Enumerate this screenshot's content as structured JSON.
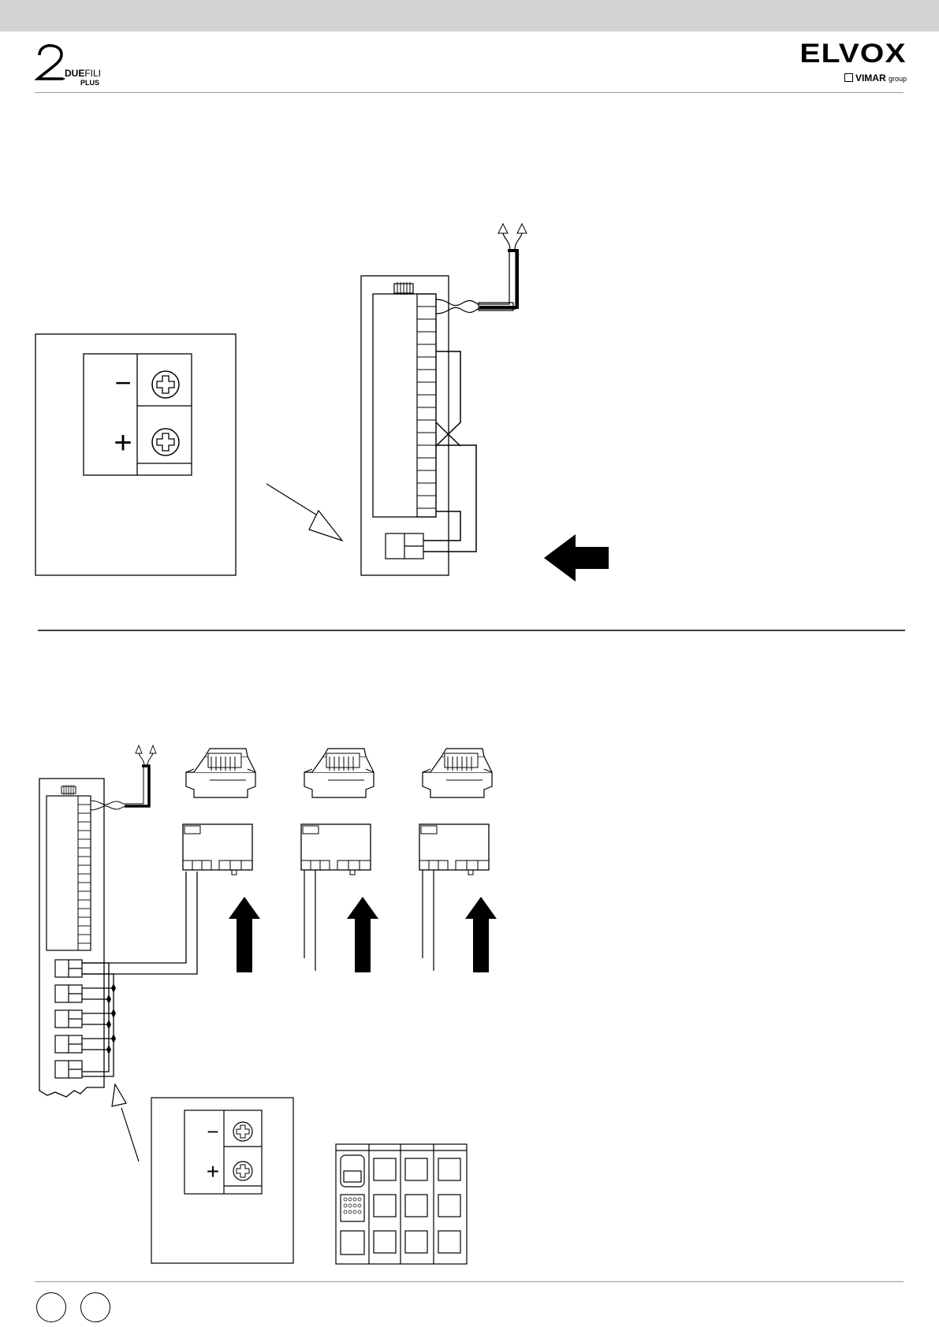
{
  "header": {
    "logo_left": {
      "numeral": "2",
      "word_bold": "DUE",
      "word_light": "FILI",
      "sub": "PLUS"
    },
    "logo_right": {
      "brand": "ELVOX",
      "group_bold": "VIMAR",
      "group_light": "group"
    }
  },
  "diagram_top": {
    "terminal_minus": "−",
    "terminal_plus": "+"
  },
  "diagram_bottom": {
    "terminal_minus": "−",
    "terminal_plus": "+"
  },
  "colors": {
    "header_bar": "#d4d4d4",
    "rule": "#9a9a9a",
    "ink": "#000000"
  }
}
